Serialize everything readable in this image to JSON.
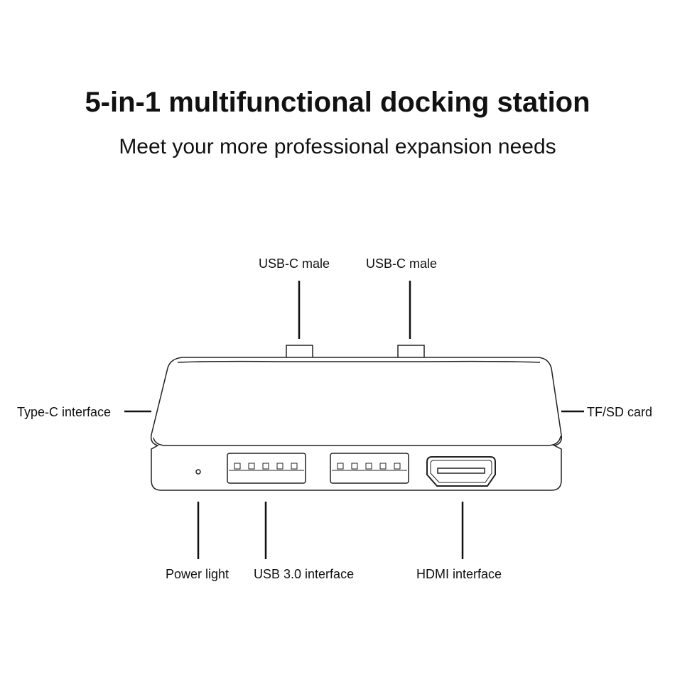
{
  "title": "5-in-1 multifunctional docking station",
  "subtitle": "Meet your more professional expansion needs",
  "labels": {
    "usbc_male_left": "USB-C male",
    "usbc_male_right": "USB-C male",
    "typec_interface": "Type-C interface",
    "tf_sd_card": "TF/SD card",
    "power_light": "Power light",
    "usb30_interface": "USB 3.0 interface",
    "hdmi_interface": "HDMI interface"
  }
}
